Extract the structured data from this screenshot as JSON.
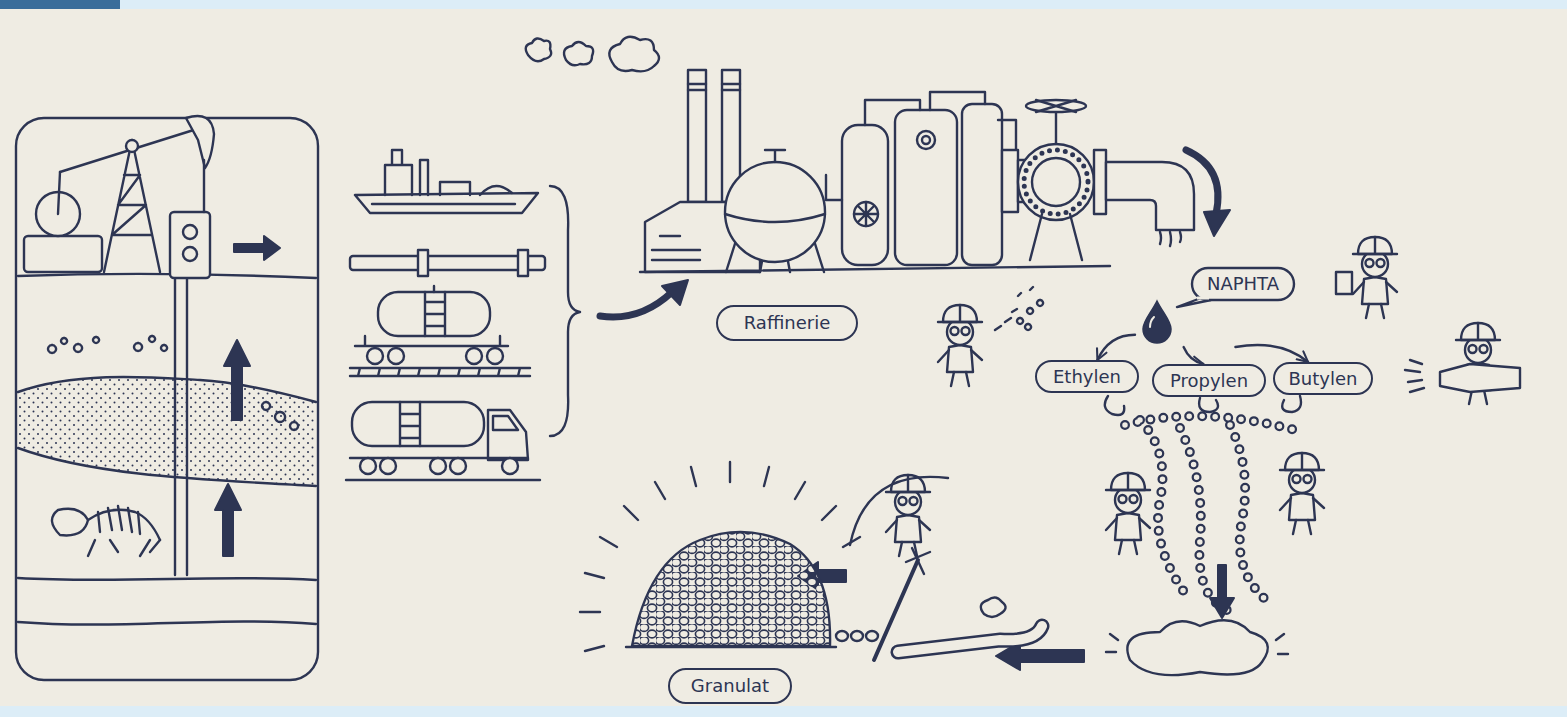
{
  "diagram": {
    "nodes": [
      {
        "text": [
          "Raffinerie"
        ]
      },
      {
        "text": [
          "NAPHTA"
        ]
      },
      {
        "text": [
          "Ethylen"
        ]
      },
      {
        "text": [
          "Propylen"
        ]
      },
      {
        "text": [
          "Butylen"
        ]
      },
      {
        "text": [
          "Granulat"
        ]
      }
    ],
    "edges": [
      {
        "from": 1,
        "to": 2,
        "arrow": "to"
      },
      {
        "from": 1,
        "to": 3,
        "arrow": "to"
      },
      {
        "from": 1,
        "to": 4,
        "arrow": "to"
      }
    ]
  }
}
